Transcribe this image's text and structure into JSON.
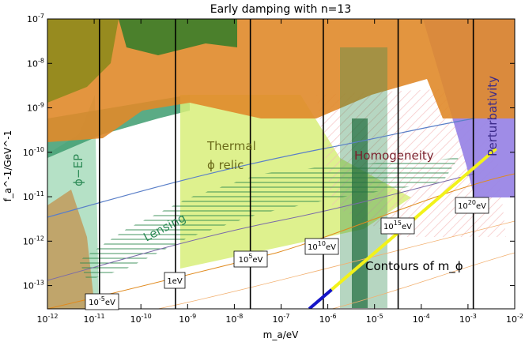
{
  "chart_data": {
    "type": "area",
    "title": "Early damping with n=13",
    "xlabel": "m_a/eV",
    "ylabel": "f_a^-1/GeV^-1",
    "x_scale": "log",
    "y_scale": "log",
    "xlim": [
      1e-12,
      0.01
    ],
    "ylim": [
      3e-14,
      1e-07
    ],
    "x_ticks": [
      "10^-12",
      "10^-11",
      "10^-10",
      "10^-9",
      "10^-8",
      "10^-7",
      "10^-6",
      "10^-5",
      "10^-4",
      "10^-3",
      "10^-2"
    ],
    "y_ticks": [
      "10^-13",
      "10^-12",
      "10^-11",
      "10^-10",
      "10^-9",
      "10^-8",
      "10^-7"
    ],
    "grid": false,
    "region_labels": [
      {
        "text": "Thermal",
        "color": "#6b6b1a"
      },
      {
        "text": "ϕ relic",
        "color": "#6b6b1a"
      },
      {
        "text": "Homogeneity",
        "color": "#7a1f2b"
      },
      {
        "text": "Perturbativity",
        "color": "#3b2a8a"
      },
      {
        "text": "ϕ−EP",
        "color": "#2e8b57"
      },
      {
        "text": "Lensing",
        "color": "#2e8b57"
      },
      {
        "text": "Contours of m_ϕ",
        "color": "#000000"
      }
    ],
    "mphi_labels": [
      "10^-5eV",
      "1eV",
      "10^5eV",
      "10^10eV",
      "10^15eV",
      "10^20eV"
    ],
    "mphi_vertical_lines_x": [
      1.3e-11,
      5.5e-10,
      2.2e-08,
      8e-07,
      3.2e-05,
      0.0013
    ],
    "contour_line": {
      "from": [
        4e-07,
        3e-14
      ],
      "to": [
        0.004,
        1.2e-10
      ],
      "colors": [
        "#1515c8",
        "#f2f21a"
      ]
    }
  }
}
